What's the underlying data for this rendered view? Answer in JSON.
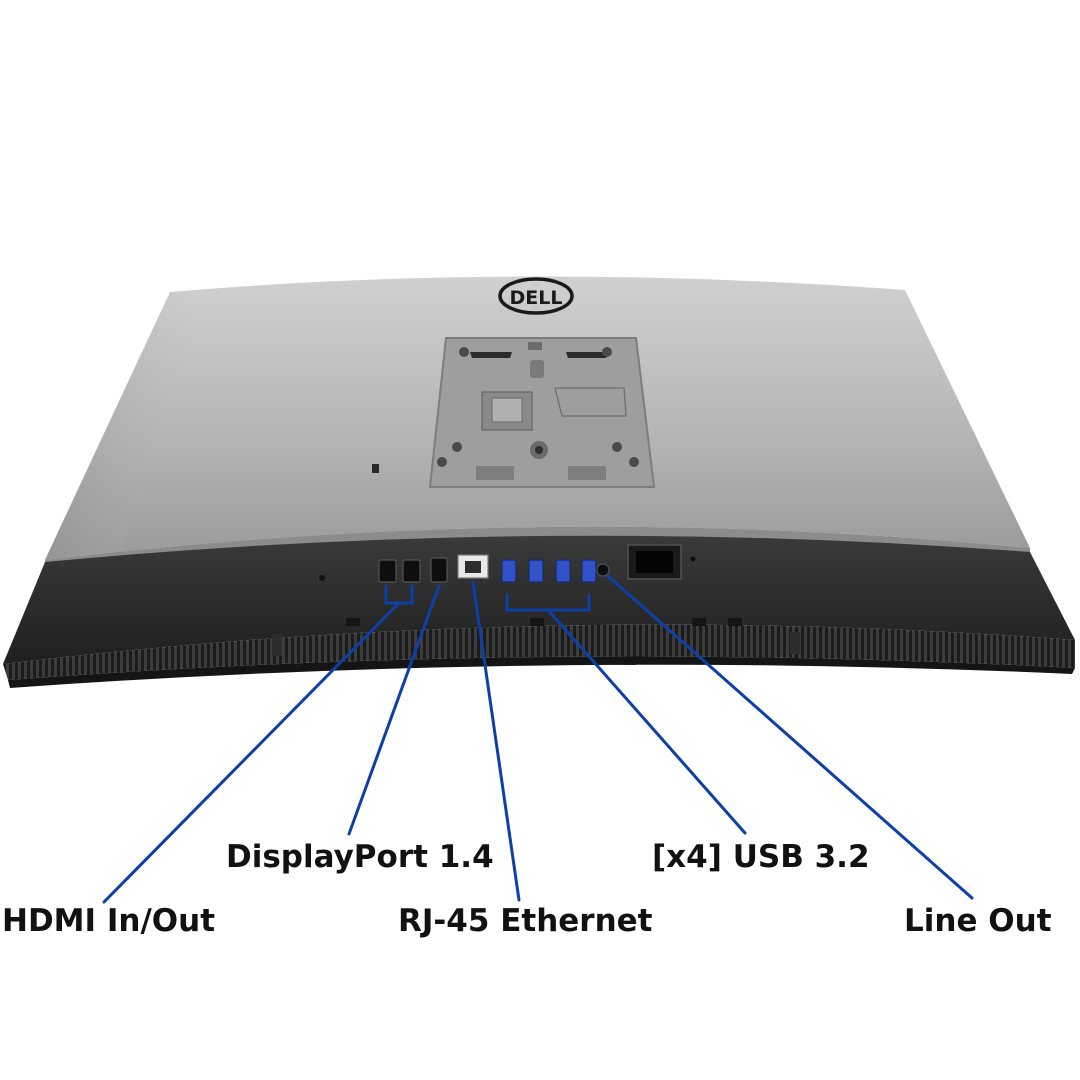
{
  "product": {
    "brand_logo_text": "DELL",
    "colors": {
      "chassis_top": "#b9b9b9",
      "chassis_bottom": "#2b2b2b",
      "callout_line": "#0d3fa8",
      "usb_port": "#3152c8",
      "label_text": "#111111"
    }
  },
  "callouts": [
    {
      "label": "HDMI In/Out"
    },
    {
      "label": "DisplayPort 1.4"
    },
    {
      "label": "RJ-45 Ethernet"
    },
    {
      "label": "[x4] USB 3.2"
    },
    {
      "label": "Line Out"
    }
  ]
}
